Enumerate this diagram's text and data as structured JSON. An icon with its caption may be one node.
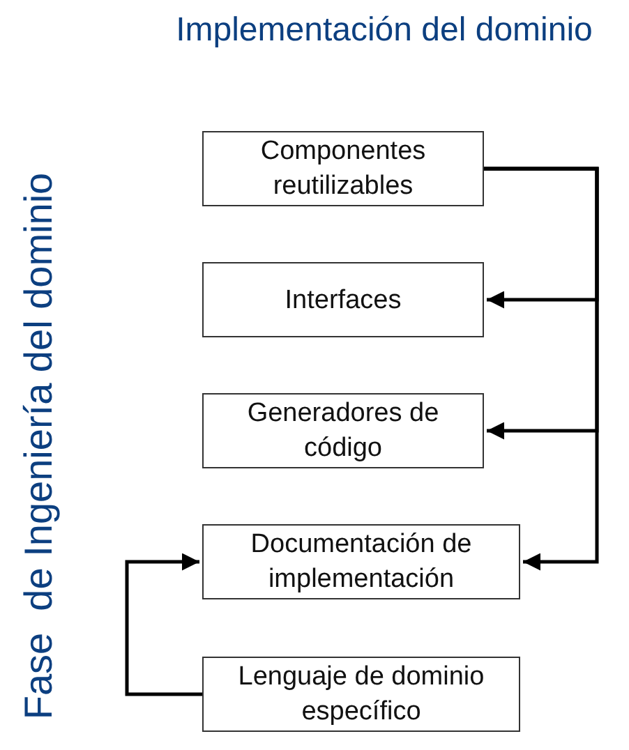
{
  "diagram": {
    "title": "Implementación del dominio",
    "nodes": [
      {
        "text": [
          "Componentes reutilizables"
        ]
      },
      {
        "text": [
          "Interfaces"
        ]
      },
      {
        "text": [
          "Generadores de código"
        ]
      },
      {
        "text": [
          "Documentación de implementación"
        ]
      },
      {
        "text": [
          "Lenguaje de dominio específico"
        ]
      }
    ],
    "edges": [
      {
        "from": 0,
        "to": 1,
        "arrow": "to"
      },
      {
        "from": 0,
        "to": 2,
        "arrow": "to"
      },
      {
        "from": 0,
        "to": 3,
        "arrow": "to"
      },
      {
        "from": 4,
        "to": 3,
        "arrow": "to"
      }
    ],
    "labels": [
      "Fase  de Ingeniería del dominio"
    ]
  }
}
